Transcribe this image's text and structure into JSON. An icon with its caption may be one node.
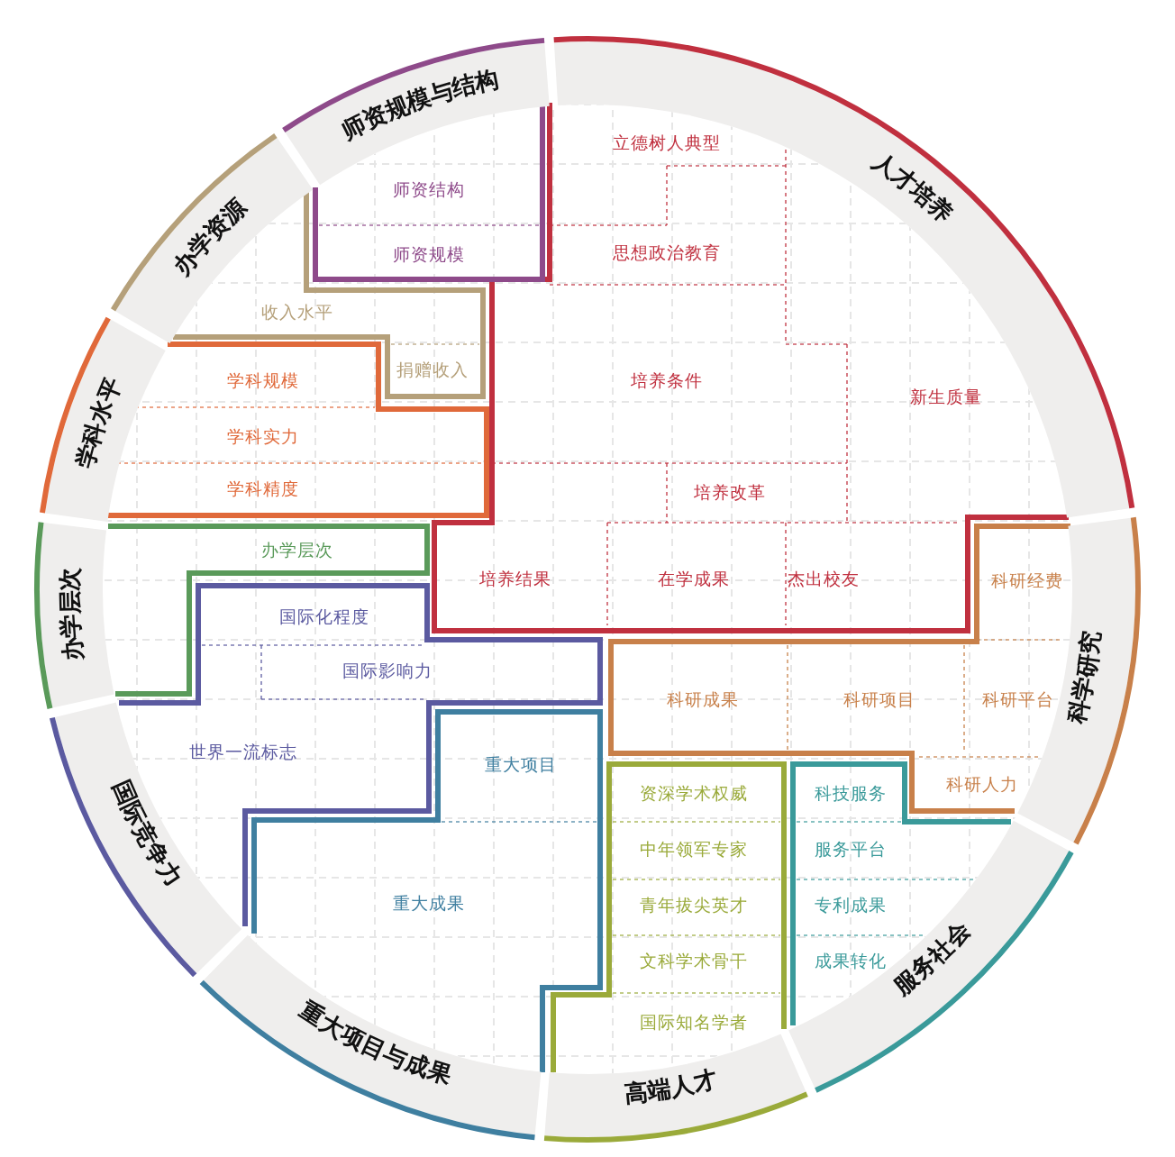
{
  "diagram": {
    "nodes": [
      {
        "text": [
          "人才培养"
        ]
      },
      {
        "text": [
          "科学研究"
        ]
      },
      {
        "text": [
          "服务社会"
        ]
      },
      {
        "text": [
          "高端人才"
        ]
      },
      {
        "text": [
          "重大项目与成果"
        ]
      },
      {
        "text": [
          "国际竞争力"
        ]
      },
      {
        "text": [
          "办学层次"
        ]
      },
      {
        "text": [
          "学科水平"
        ]
      },
      {
        "text": [
          "办学资源"
        ]
      },
      {
        "text": [
          "师资规模与结构"
        ]
      }
    ],
    "labels": [
      "立德树人典型",
      "思想政治教育",
      "培养条件",
      "新生质量",
      "培养改革",
      "培养结果",
      "在学成果",
      "杰出校友",
      "科研经费",
      "科研成果",
      "科研项目",
      "科研平台",
      "科研人力",
      "科技服务",
      "服务平台",
      "专利成果",
      "成果转化",
      "资深学术权威",
      "中年领军专家",
      "青年拔尖英才",
      "文科学术骨干",
      "国际知名学者",
      "重大项目",
      "重大成果",
      "国际化程度",
      "国际影响力",
      "世界一流标志",
      "办学层次",
      "学科规模",
      "学科实力",
      "学科精度",
      "收入水平",
      "捐赠收入",
      "师资结构",
      "师资规模"
    ]
  }
}
